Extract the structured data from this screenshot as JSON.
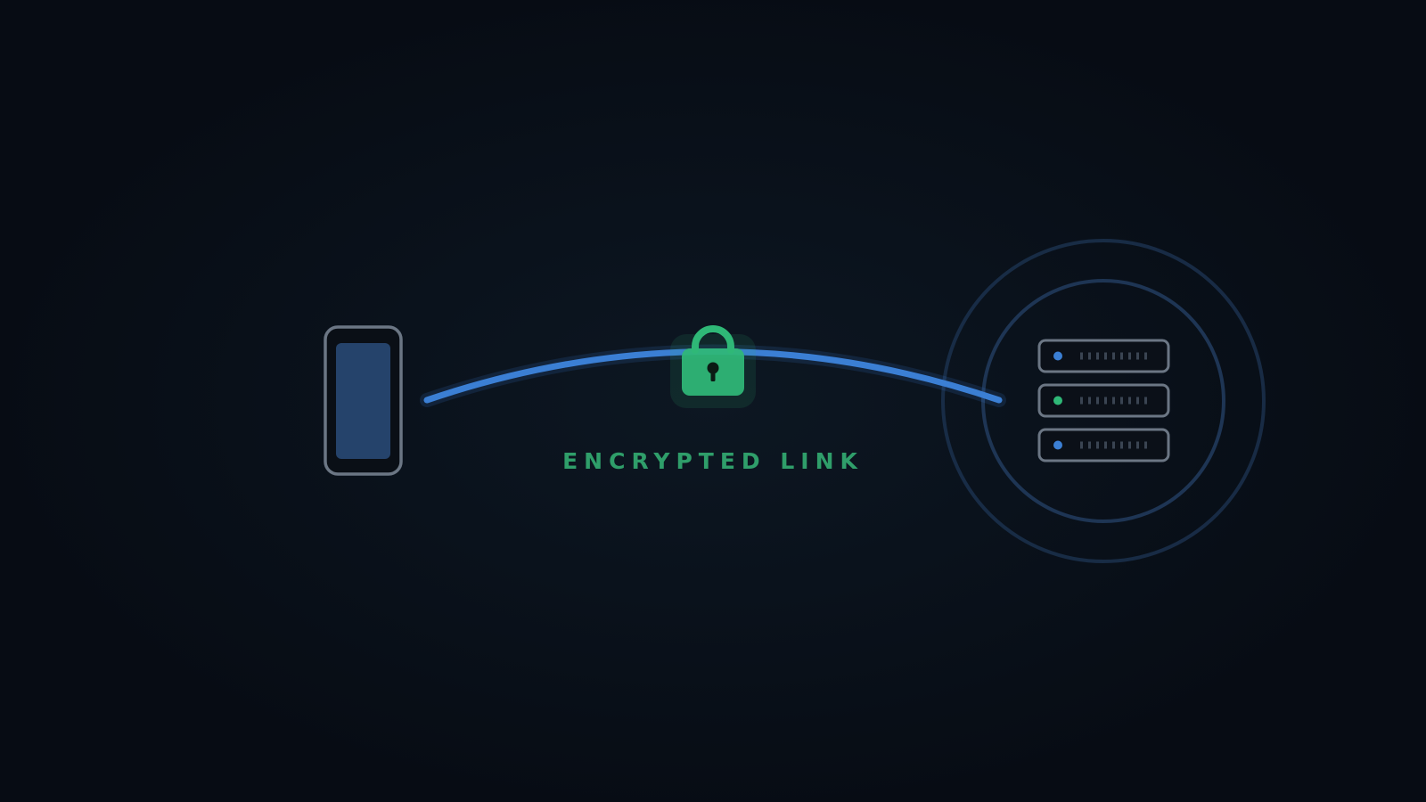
{
  "scene": {
    "label": "ENCRYPTED LINK",
    "icons": {
      "client": "smartphone-icon",
      "security": "padlock-icon",
      "server": "server-rack-icon",
      "signal": "signal-rings-icon"
    },
    "colors": {
      "background": "#070c14",
      "link": "#3b7fd4",
      "accent_green": "#2fb877",
      "label": "#2f9e6a",
      "device_outline": "#6b7684",
      "device_screen": "#25436b",
      "ring": "#1e3554",
      "server_led_blue": "#3b7fd4",
      "server_led_green": "#2fb877"
    },
    "server_units": [
      {
        "led": "blue"
      },
      {
        "led": "green"
      },
      {
        "led": "blue"
      }
    ]
  }
}
